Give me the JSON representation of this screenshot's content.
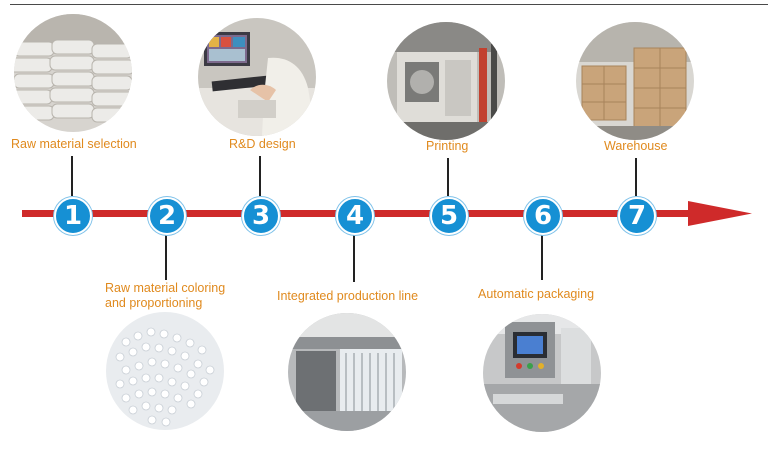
{
  "steps": [
    {
      "number": "1",
      "label": "Raw material selection",
      "image": "bagged raw material pile"
    },
    {
      "number": "2",
      "label": "Raw material coloring and proportioning",
      "image": "white plastic pellets"
    },
    {
      "number": "3",
      "label": "R&D design",
      "image": "designer at computer"
    },
    {
      "number": "4",
      "label": "Integrated production line",
      "image": "production machinery"
    },
    {
      "number": "5",
      "label": "Printing",
      "image": "printing machine"
    },
    {
      "number": "6",
      "label": "Automatic packaging",
      "image": "packaging machine control panel"
    },
    {
      "number": "7",
      "label": "Warehouse",
      "image": "stacked cartons in warehouse"
    }
  ],
  "colors": {
    "arrow": "#cf2a2a",
    "node": "#1690d4",
    "label": "#e08a1e"
  }
}
